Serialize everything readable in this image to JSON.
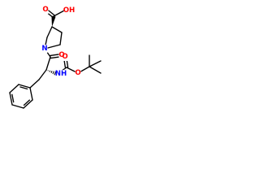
{
  "molecule": {
    "colors": {
      "bond": "#000000",
      "oxygen": "#ff0000",
      "nitrogen": "#0000ff",
      "background": "#ffffff"
    },
    "atoms": {
      "carboxyl_oh": {
        "label": "OH",
        "element": "O"
      },
      "carboxyl_o": {
        "label": "O",
        "element": "O"
      },
      "ring_n": {
        "label": "N",
        "element": "N"
      },
      "amide_o": {
        "label": "O",
        "element": "O"
      },
      "boc_nh": {
        "label": "NH",
        "element": "N"
      },
      "boc_carbonyl_o": {
        "label": "O",
        "element": "O"
      },
      "boc_ester_o": {
        "label": "O",
        "element": "O"
      }
    },
    "stereo": {
      "proline_alpha": "bold-wedge",
      "phenylalanine_alpha": "hashed-wedge"
    }
  }
}
